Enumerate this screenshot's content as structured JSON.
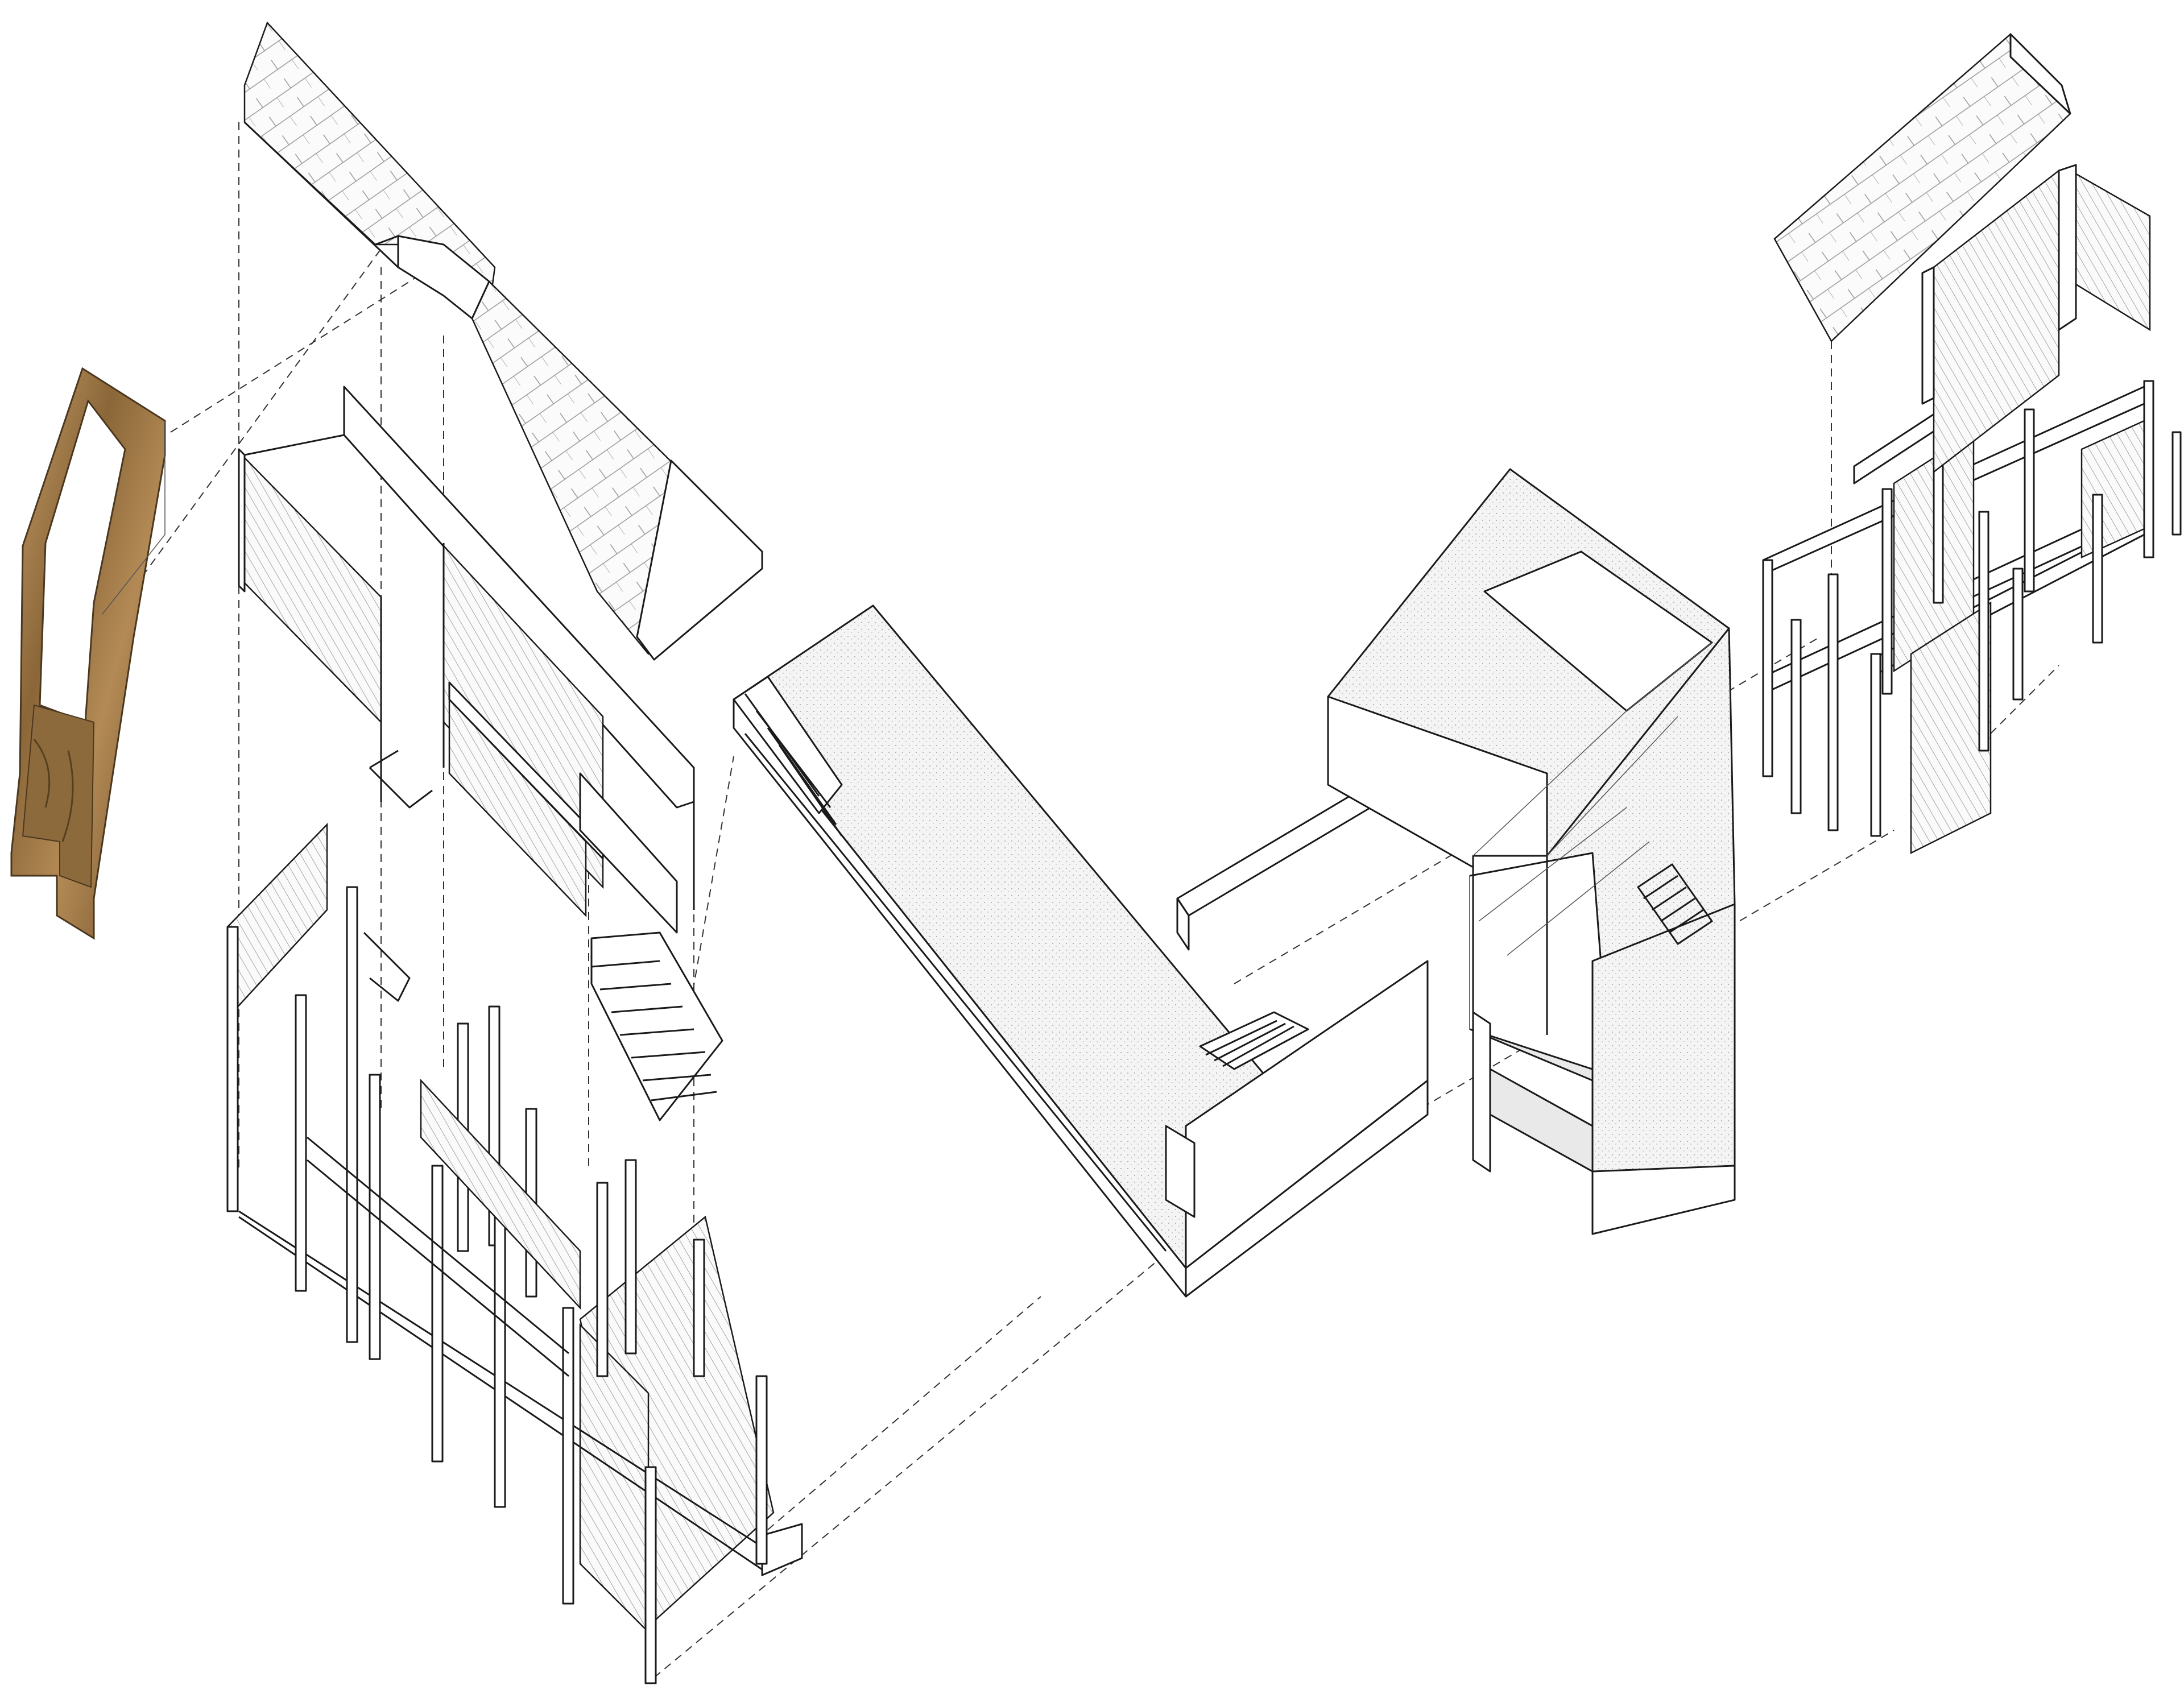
{
  "drawing": {
    "palette": {
      "line": "#1a1a1a",
      "background": "#ffffff",
      "shade": "#cfcfcf",
      "marble_light": "#c9a06a",
      "marble_dark": "#6b4a26"
    },
    "components": [
      "marble-screen",
      "roof-left",
      "upper-floor-frame-left",
      "lower-frame-left",
      "stair-left",
      "foundation-platform",
      "courtyard-volume",
      "timber-frame-right",
      "roof-right"
    ]
  }
}
